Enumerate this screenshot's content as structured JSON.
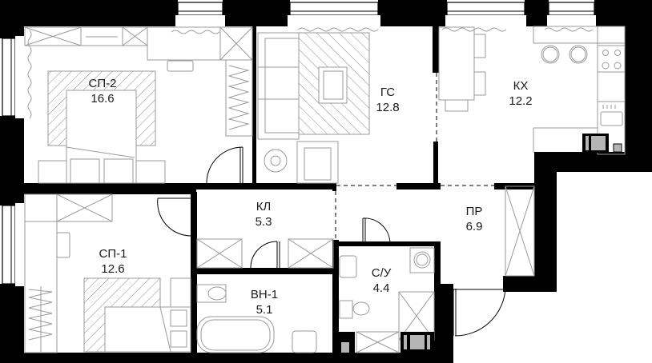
{
  "plan": {
    "title": "Floor plan",
    "colors": {
      "wall": "#000000",
      "furniture_line": "#9a9a9a",
      "fixture_fill": "#b5b5b5",
      "background": "#ffffff"
    },
    "rooms": [
      {
        "id": "sp2",
        "code": "СП-2",
        "area": "16.6",
        "name": "bedroom-2"
      },
      {
        "id": "gs",
        "code": "ГС",
        "area": "12.8",
        "name": "living-room"
      },
      {
        "id": "kh",
        "code": "КХ",
        "area": "12.2",
        "name": "kitchen"
      },
      {
        "id": "sp1",
        "code": "СП-1",
        "area": "12.6",
        "name": "bedroom-1"
      },
      {
        "id": "kl",
        "code": "КЛ",
        "area": "5.3",
        "name": "storage"
      },
      {
        "id": "pr",
        "code": "ПР",
        "area": "6.9",
        "name": "hallway"
      },
      {
        "id": "vn1",
        "code": "ВН-1",
        "area": "5.1",
        "name": "bathroom"
      },
      {
        "id": "su",
        "code": "С/У",
        "area": "4.4",
        "name": "toilet-room"
      }
    ]
  }
}
